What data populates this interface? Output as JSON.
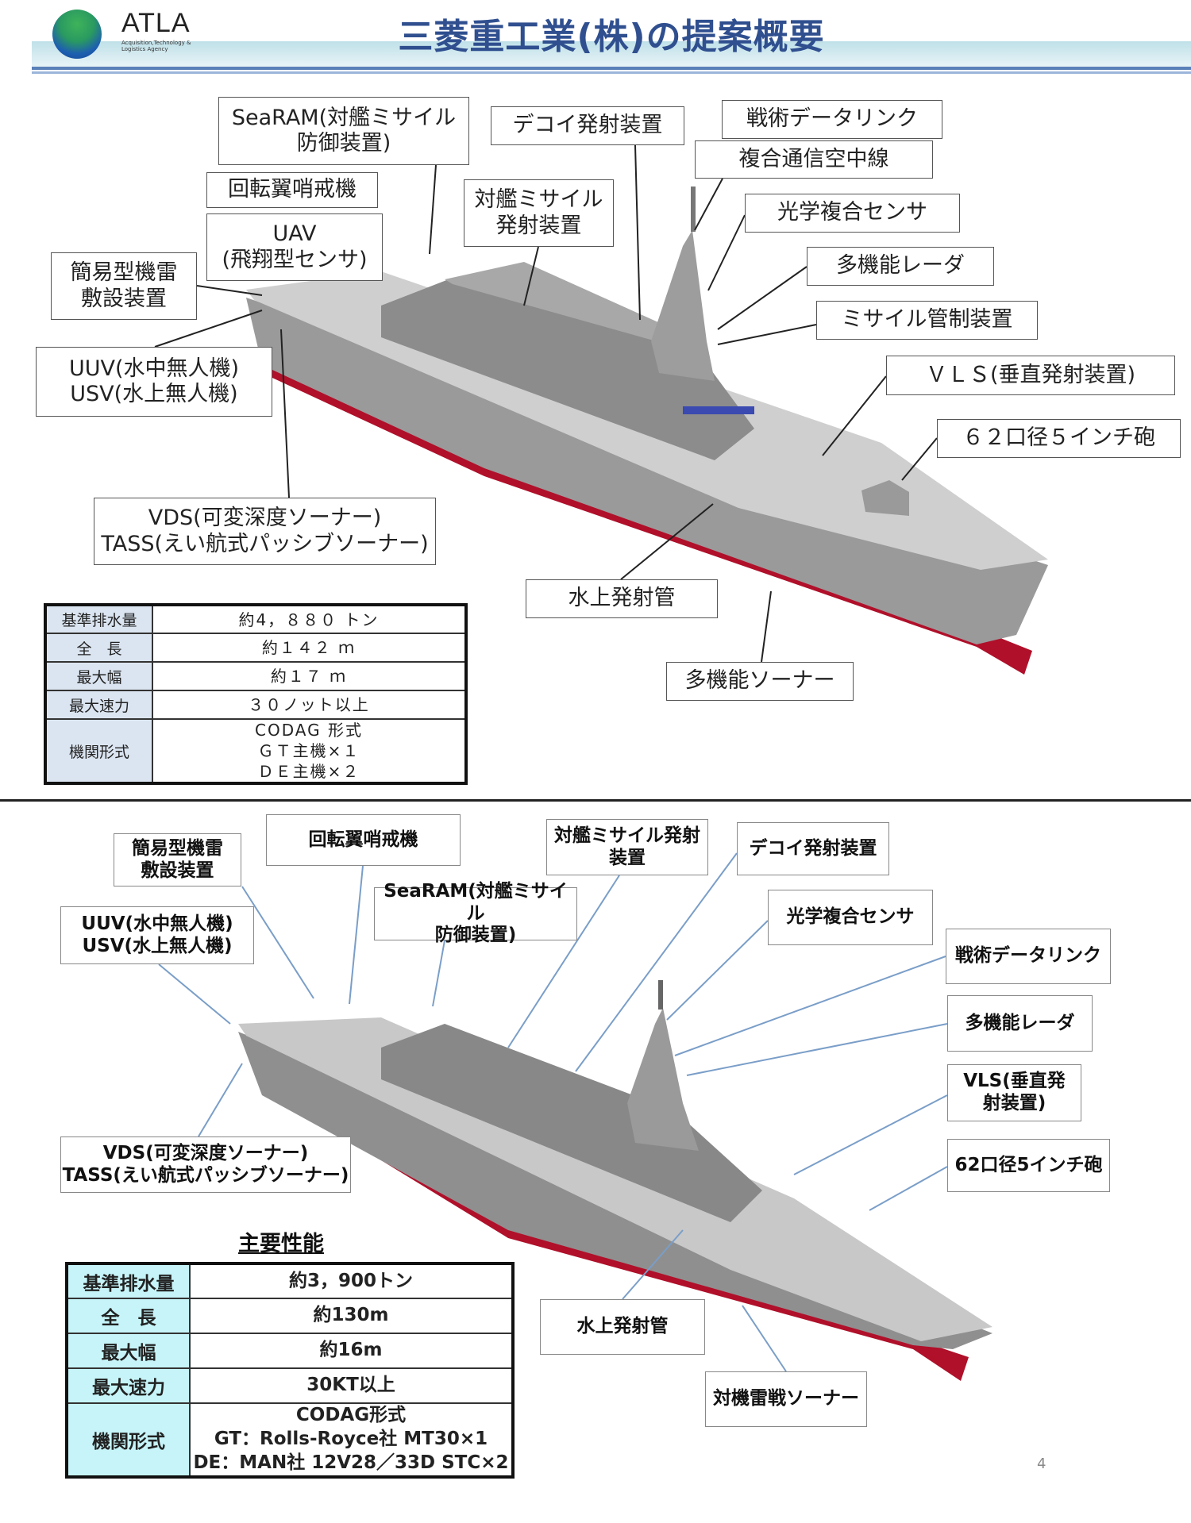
{
  "header": {
    "logo_text": "ATLA",
    "logo_subtitle": "Acquisition,Technology &\nLogistics Agency",
    "title": "三菱重工業(株)の提案概要"
  },
  "colors": {
    "title": "#2f4f8f",
    "hull": "#a9a9a9",
    "waterline": "#b0102a",
    "table_label_top": "#dbe5f1",
    "table_label_bottom": "#c6f4f8"
  },
  "top_section": {
    "callouts": [
      "SeaRAM(対艦ミサイル\n防御装置)",
      "回転翼哨戒機",
      "UAV\n(飛翔型センサ)",
      "簡易型機雷\n敷設装置",
      "UUV(水中無人機)\nUSV(水上無人機)",
      "VDS(可変深度ソーナー)\nTASS(えい航式パッシブソーナー)",
      "デコイ発射装置",
      "対艦ミサイル\n発射装置",
      "戦術データリンク",
      "複合通信空中線",
      "光学複合センサ",
      "多機能レーダ",
      "ミサイル管制装置",
      "ＶＬＳ(垂直発射装置)",
      "６２口径５インチ砲",
      "水上発射管",
      "多機能ソーナー"
    ],
    "spec_table": [
      {
        "label": "基準排水量",
        "value": "約4，８８０ トン"
      },
      {
        "label": "全　長",
        "value": "約１４２ ｍ"
      },
      {
        "label": "最大幅",
        "value": "約１７ ｍ"
      },
      {
        "label": "最大速力",
        "value": "３０ノット以上"
      },
      {
        "label": "機関形式",
        "value": "CODAG 形式\nＧＴ主機×１\nＤＥ主機×２"
      }
    ]
  },
  "bottom_section": {
    "callouts": [
      "簡易型機雷\n敷設装置",
      "回転翼哨戒機",
      "対艦ミサイル発射\n装置",
      "デコイ発射装置",
      "SeaRAM(対艦ミサイル\n防御装置)",
      "UUV(水中無人機)\nUSV(水上無人機)",
      "光学複合センサ",
      "戦術データリンク",
      "多機能レーダ",
      "VLS(垂直発\n射装置)",
      "62口径5インチ砲",
      "VDS(可変深度ソーナー)\nTASS(えい航式パッシブソーナー)",
      "水上発射管",
      "対機雷戦ソーナー"
    ],
    "spec_title": "主要性能",
    "spec_table": [
      {
        "label": "基準排水量",
        "value": "約3，900トン"
      },
      {
        "label": "全　長",
        "value": "約130m"
      },
      {
        "label": "最大幅",
        "value": "約16m"
      },
      {
        "label": "最大速力",
        "value": "30KT以上"
      },
      {
        "label": "機関形式",
        "value": "CODAG形式\nGT：Rolls-Royce社 MT30×1\nDE：MAN社 12V28／33D STC×2"
      }
    ]
  },
  "page_number": "4"
}
